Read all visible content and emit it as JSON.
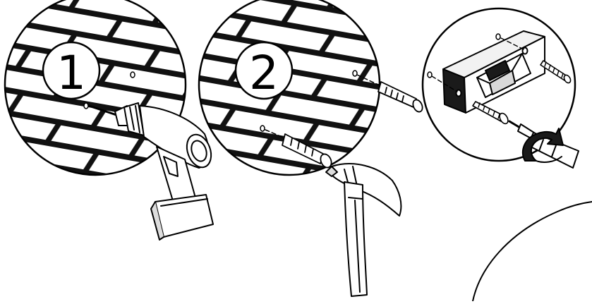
{
  "steps": [
    {
      "number": "1",
      "tool": "drill",
      "action": "drill-holes"
    },
    {
      "number": "2",
      "tool": "hammer",
      "action": "insert-wall-plugs"
    }
  ],
  "detail": {
    "action": "screw-bracket-to-wall",
    "rotation": "clockwise"
  },
  "icons": [
    "drill-icon",
    "hammer-icon",
    "wall-plug-icon",
    "screw-icon",
    "screwdriver-icon",
    "rotation-arrow-icon",
    "bracket-icon"
  ],
  "colors": {
    "line": "#000000",
    "background": "#ffffff",
    "fill_dark": "#1a1a1a",
    "fill_light": "#f2f2f2"
  }
}
